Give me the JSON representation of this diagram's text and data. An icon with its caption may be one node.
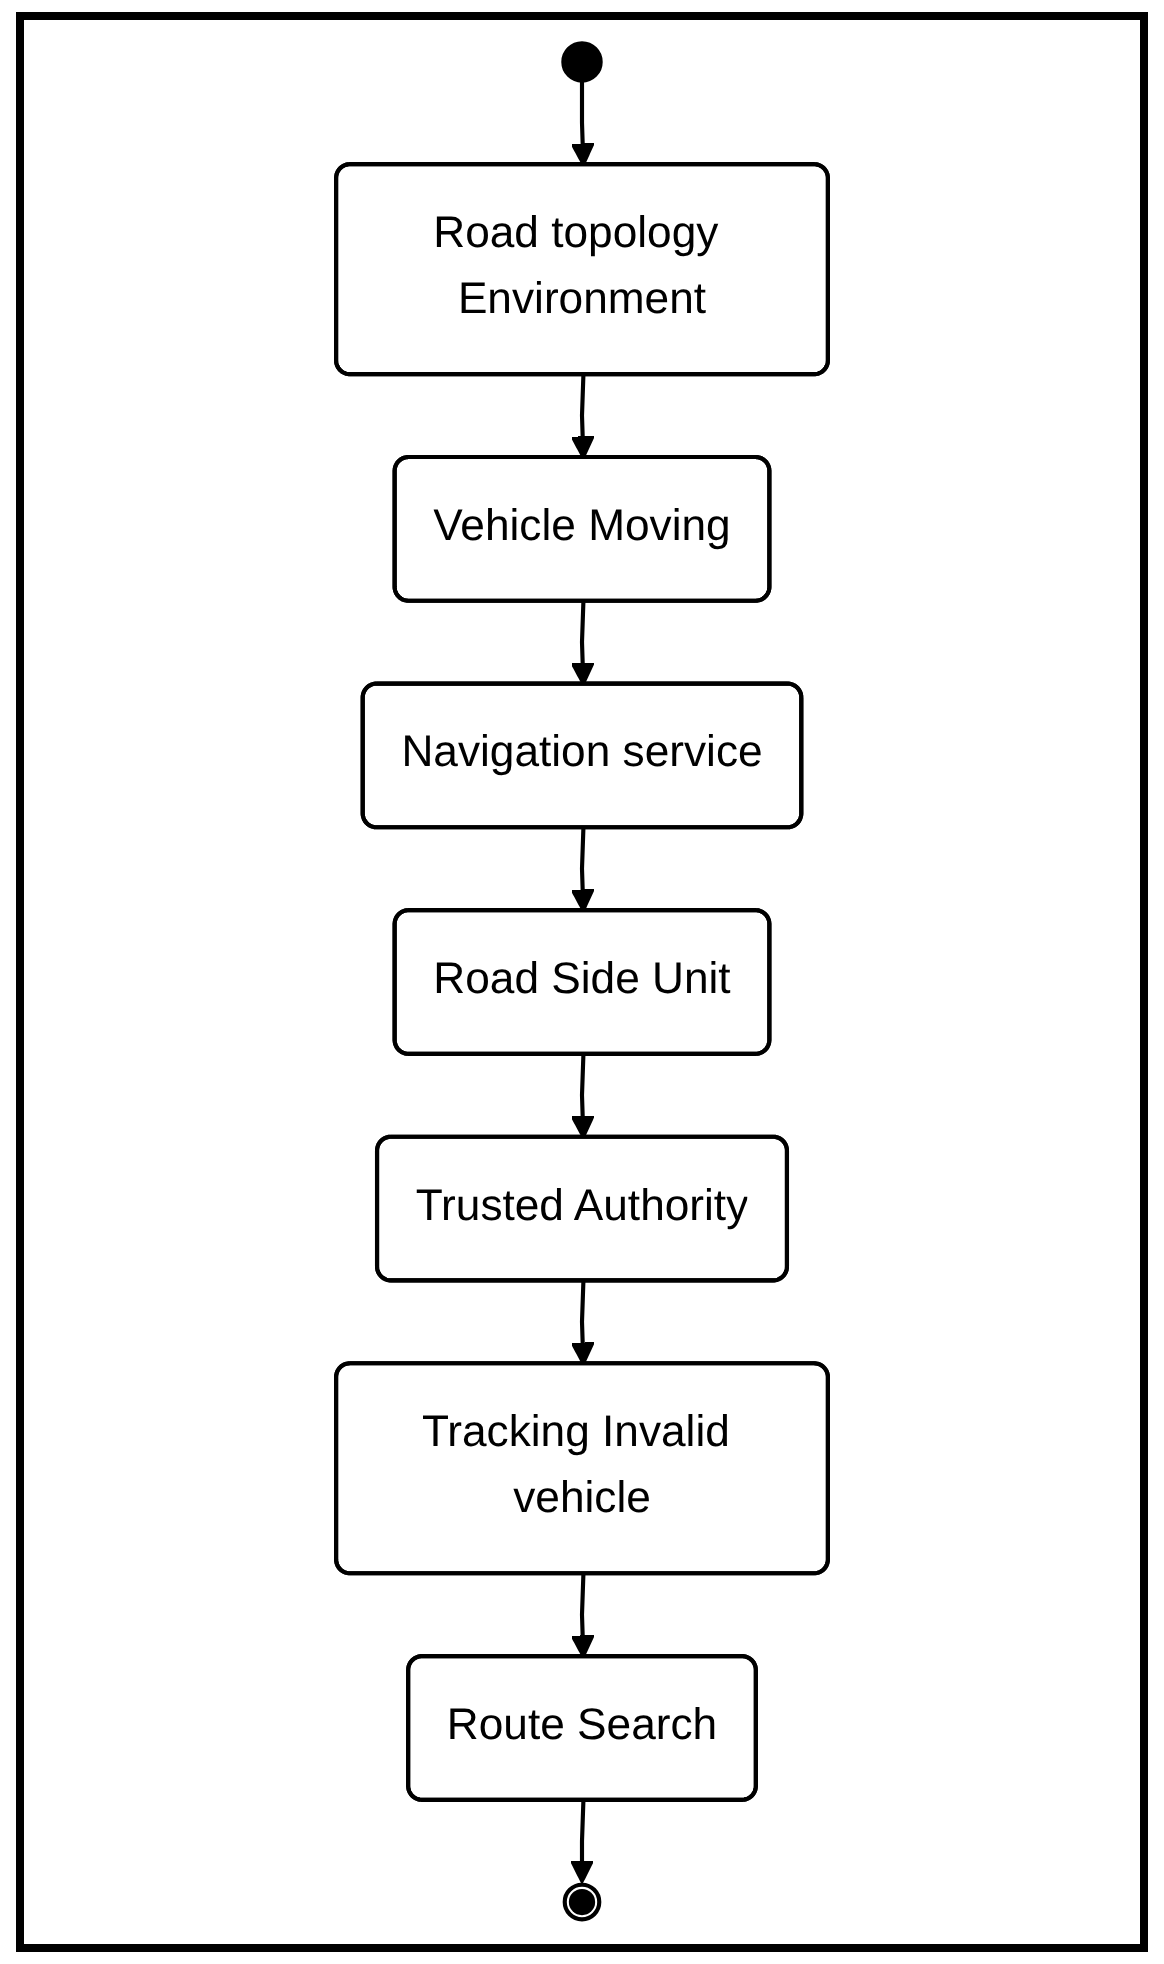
{
  "diagram": {
    "nodes": [
      {
        "text": [],
        "shape": "circle"
      },
      {
        "text": [
          "Road topology Environment"
        ]
      },
      {
        "text": [
          "Vehicle Moving"
        ]
      },
      {
        "text": [
          "Navigation service"
        ]
      },
      {
        "text": [
          "Road Side Unit"
        ]
      },
      {
        "text": [
          "Trusted Authority"
        ]
      },
      {
        "text": [
          "Tracking Invalid vehicle"
        ]
      },
      {
        "text": [
          "Route Search"
        ]
      },
      {
        "text": [],
        "shape": "circle"
      }
    ],
    "edges": [
      {
        "from": 0,
        "to": 1,
        "arrow": "to"
      },
      {
        "from": 1,
        "to": 2,
        "arrow": "to"
      },
      {
        "from": 2,
        "to": 3,
        "arrow": "to"
      },
      {
        "from": 3,
        "to": 4,
        "arrow": "to"
      },
      {
        "from": 4,
        "to": 5,
        "arrow": "to"
      },
      {
        "from": 5,
        "to": 6,
        "arrow": "to"
      },
      {
        "from": 6,
        "to": 7,
        "arrow": "to"
      },
      {
        "from": 7,
        "to": 8,
        "arrow": "to"
      }
    ]
  }
}
